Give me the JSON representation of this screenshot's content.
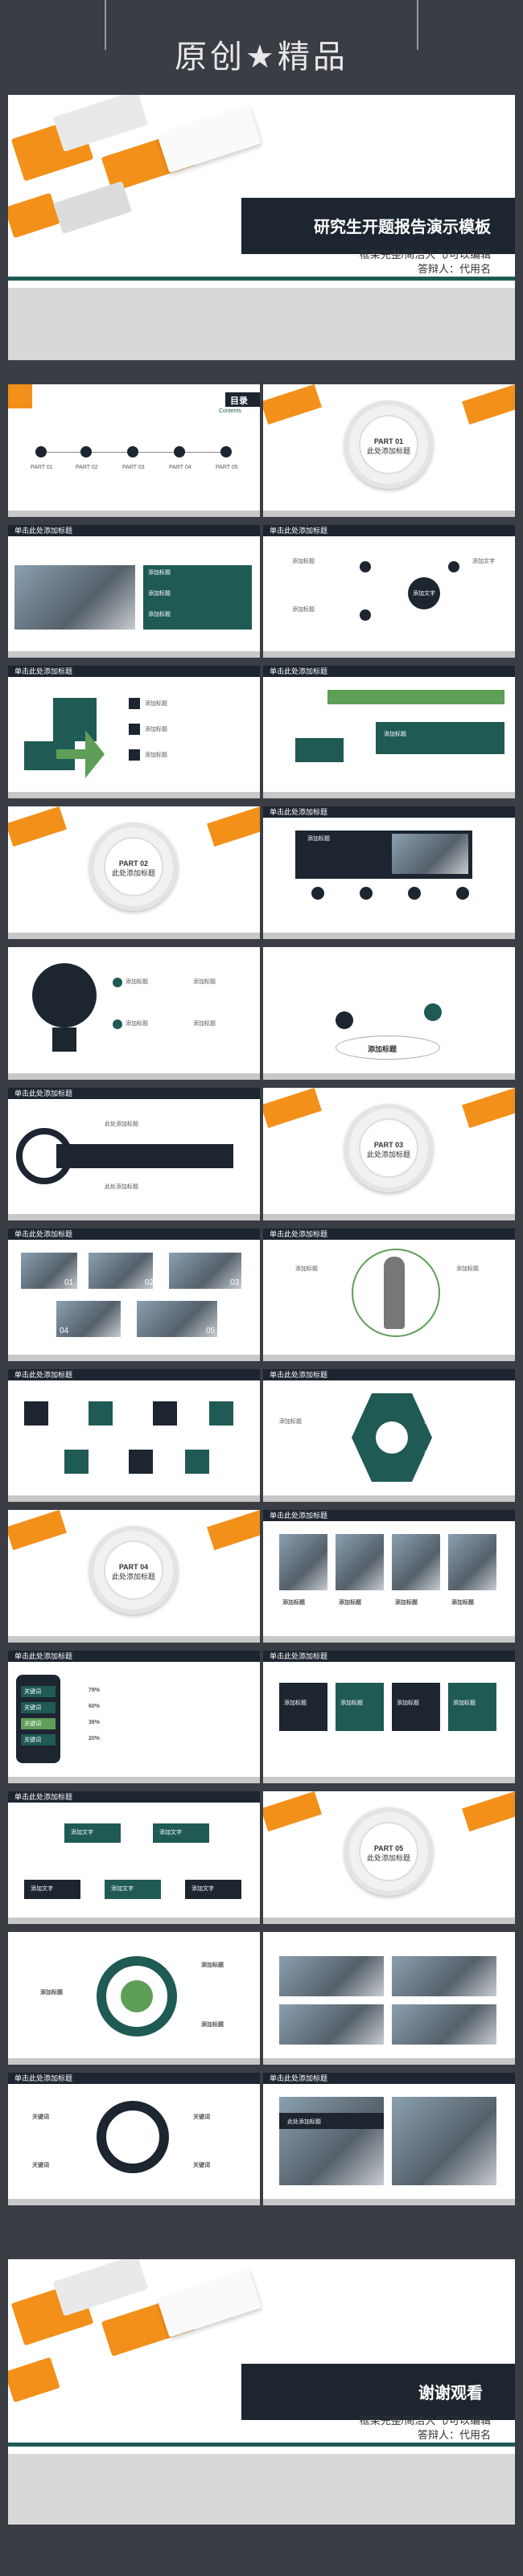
{
  "banner": {
    "title": "原创★精品"
  },
  "cover": {
    "title": "研究生开题报告演示模板",
    "line1": "框架完整/简洁大气/可以编辑",
    "line2": "答辩人：代用名"
  },
  "common": {
    "header": "单击此处添加标题",
    "add_title": "添加标题",
    "add_title2": "此处添加标题",
    "add_text": "添加文字"
  },
  "toc": {
    "title": "目录",
    "subtitle": "Contents",
    "parts": [
      "PART 01",
      "PART 02",
      "PART 03",
      "PART 04",
      "PART 05"
    ]
  },
  "parts": [
    {
      "label": "PART 01",
      "sub": "此处添加标题"
    },
    {
      "label": "PART 02",
      "sub": "此处添加标题"
    },
    {
      "label": "PART 03",
      "sub": "此处添加标题"
    },
    {
      "label": "PART 04",
      "sub": "此处添加标题"
    },
    {
      "label": "PART 05",
      "sub": "此处添加标题"
    }
  ],
  "percents": [
    "78%",
    "60%",
    "36%",
    "20%"
  ],
  "numbers": [
    "01",
    "02",
    "03",
    "04",
    "05"
  ],
  "phone_items": [
    "关键词",
    "关键词",
    "关键词",
    "关键词"
  ],
  "keyword": "关键词",
  "end": {
    "title": "谢谢观看",
    "line1": "框架完整/简洁大气/可以编辑",
    "line2": "答辩人：代用名"
  },
  "colors": {
    "orange": "#f39019",
    "teal": "#1f5a55",
    "dark": "#1c2530",
    "green": "#5e9e57"
  }
}
